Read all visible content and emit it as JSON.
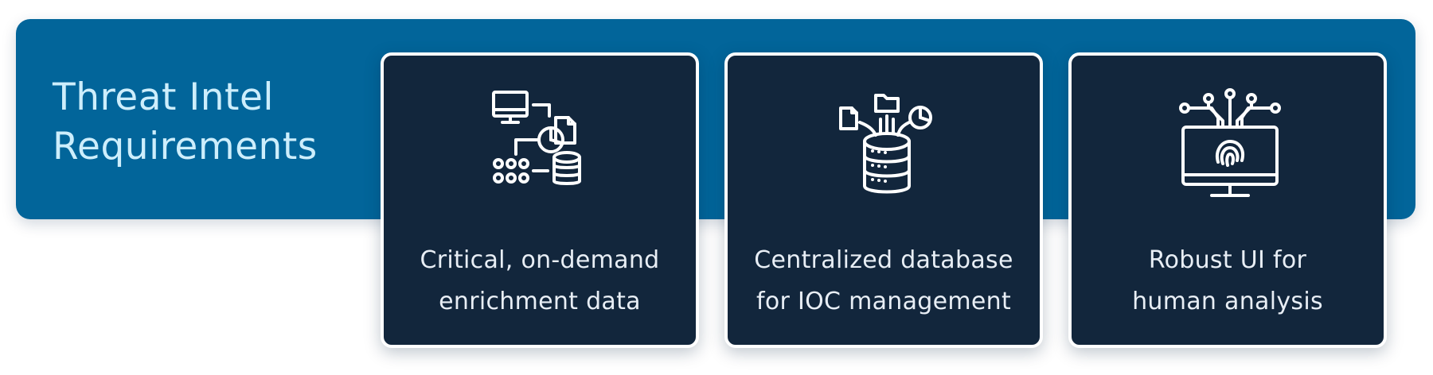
{
  "heading": {
    "line1": "Threat Intel",
    "line2": "Requirements"
  },
  "cards": [
    {
      "icon": "data-enrichment-icon",
      "line1": "Critical, on-demand",
      "line2": "enrichment data"
    },
    {
      "icon": "centralized-database-icon",
      "line1": "Centralized database",
      "line2": "for IOC management"
    },
    {
      "icon": "monitor-fingerprint-icon",
      "line1": "Robust UI for",
      "line2": "human analysis"
    }
  ],
  "colors": {
    "banner": "#02659a",
    "card": "#12263c",
    "heading_text": "#cdeefc",
    "card_text": "#e8eef5"
  }
}
